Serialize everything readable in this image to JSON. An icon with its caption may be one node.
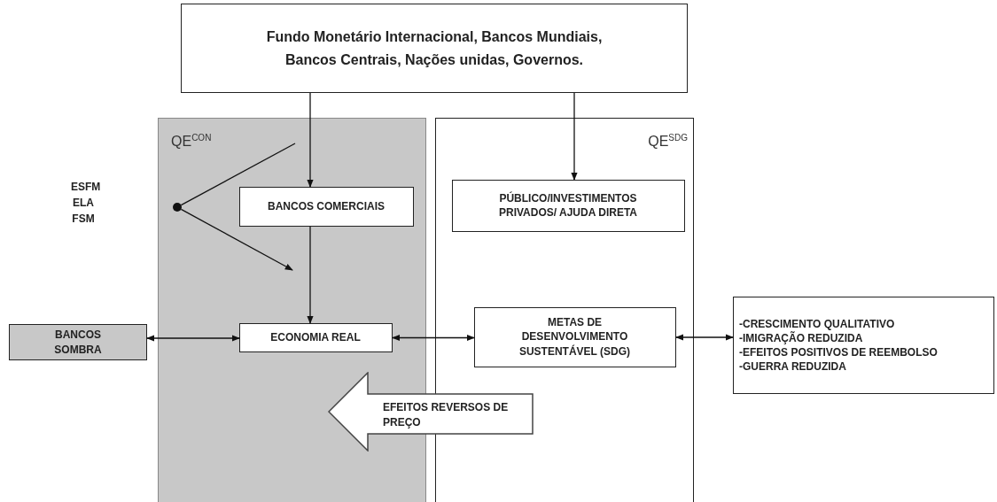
{
  "diagram": {
    "nodes": [
      {
        "text": [
          "Fundo Monetário Internacional, Bancos Mundiais, Bancos Centrais, Nações unidas, Governos."
        ]
      },
      {
        "text": [
          "QE$^{CON}$"
        ]
      },
      {
        "text": [
          "QE$^{SDG}$"
        ]
      },
      {
        "text": [],
        "shape": "circle",
        "in": 1
      },
      {
        "text": [
          "BANCOS COMERCIAIS"
        ],
        "in": 1
      },
      {
        "text": [
          "ECONOMIA REAL"
        ],
        "in": 1
      },
      {
        "text": [
          "BANCOS SOMBRA"
        ]
      },
      {
        "text": [
          "PÚBLICO/INVESTIMENTOS PRIVADOS/ AJUDA DIRETA"
        ],
        "in": 2
      },
      {
        "text": [
          "METAS DE DESENVOLVIMENTO SUSTENTÁVEL (SDG)"
        ],
        "in": 2
      },
      {
        "text": [
          "-CRESCIMENTO QUALITATIVO",
          "-IMIGRAÇÃO REDUZIDA",
          "-EFEITOS POSITIVOS DE REEMBOLSO",
          "-GUERRA REDUZIDA"
        ]
      },
      {
        "text": [
          "EFEITOS REVERSOS DE PREÇO"
        ]
      }
    ],
    "edges": [
      {
        "from": 0,
        "to": 4,
        "arrow": "to"
      },
      {
        "from": 0,
        "to": 7,
        "arrow": "to"
      },
      {
        "from": 3,
        "to": null,
        "arrow": "none"
      },
      {
        "from": 3,
        "to": null,
        "arrow": "to"
      },
      {
        "from": 4,
        "to": 5,
        "arrow": "to"
      },
      {
        "from": 6,
        "to": 5,
        "arrow": "both"
      },
      {
        "from": 5,
        "to": 8,
        "arrow": "both"
      },
      {
        "from": 8,
        "to": 9,
        "arrow": "both"
      }
    ],
    "labels": [
      "ESFM ELA FSM"
    ]
  }
}
